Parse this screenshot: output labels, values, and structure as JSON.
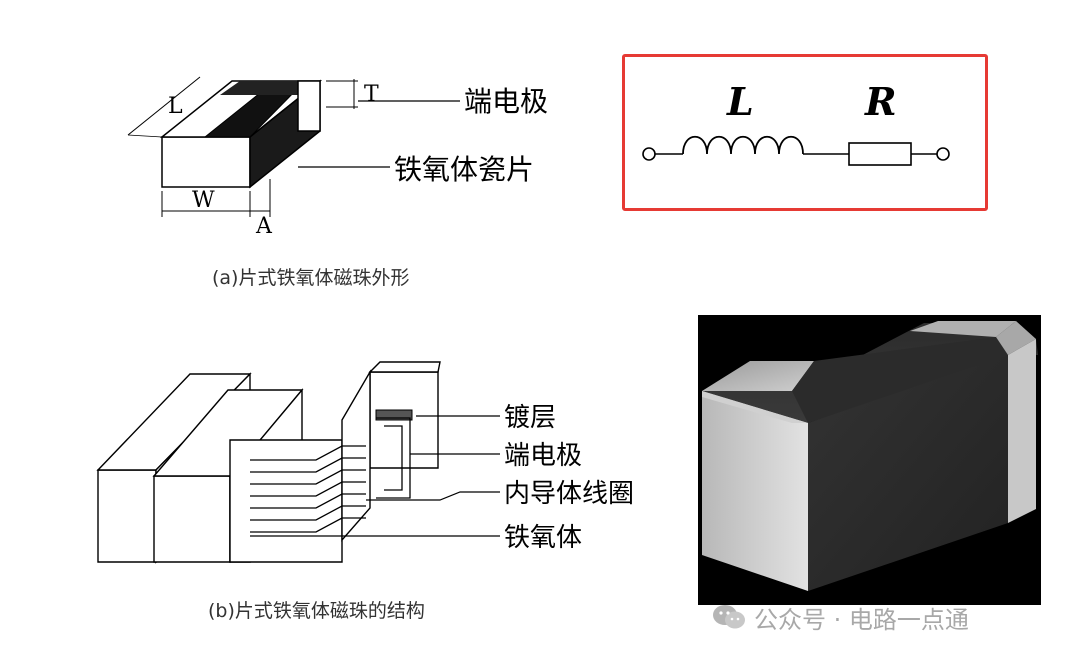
{
  "panel_a": {
    "caption": "(a)片式铁氧体磁珠外形",
    "dim_L": "L",
    "dim_T": "T",
    "dim_W": "W",
    "dim_A": "A",
    "label_electrode": "端电极",
    "label_ceramic": "铁氧体瓷片"
  },
  "panel_b": {
    "caption": "(b)片式铁氧体磁珠的结构",
    "label_plating": "镀层",
    "label_electrode": "端电极",
    "label_coil": "内导体线圈",
    "label_ferrite": "铁氧体"
  },
  "circuit": {
    "label_L": "L",
    "label_R": "R",
    "border_color": "#e63a34"
  },
  "watermark": {
    "text": "公众号 · 电路一点通",
    "icon": "wechat-icon"
  }
}
